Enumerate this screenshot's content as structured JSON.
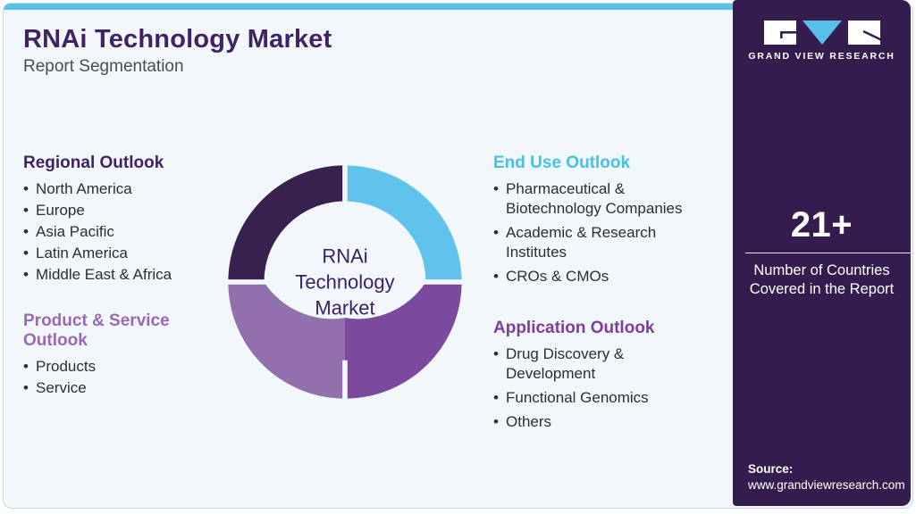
{
  "header": {
    "title": "RNAi Technology Market",
    "subtitle": "Report Segmentation"
  },
  "sections": {
    "regional": {
      "title": "Regional Outlook",
      "items": [
        "North America",
        "Europe",
        "Asia Pacific",
        "Latin America",
        "Middle East & Africa"
      ]
    },
    "product_service": {
      "title": "Product & Service\nOutlook",
      "items": [
        "Products",
        "Service"
      ]
    },
    "end_use": {
      "title": "End Use Outlook",
      "items": [
        "Pharmaceutical &\nBiotechnology Companies",
        "Academic & Research\nInstitutes",
        "CROs & CMOs"
      ]
    },
    "application": {
      "title": "Application Outlook",
      "items": [
        "Drug Discovery &\nDevelopment",
        "Functional Genomics",
        "Others"
      ]
    }
  },
  "chart_data": {
    "type": "pie",
    "subtype": "donut",
    "title": "RNAi Technology Market Report Segmentation",
    "center_label": "RNAi\nTechnology\nMarket",
    "legend_position": "none",
    "segments": [
      {
        "name": "End Use Outlook",
        "value": 25,
        "color": "#5fc3eb",
        "position": "top-right"
      },
      {
        "name": "Application Outlook",
        "value": 25,
        "color": "#7b4a9e",
        "position": "bottom-right"
      },
      {
        "name": "Product & Service Outlook",
        "value": 25,
        "color": "#9170ad",
        "position": "bottom-left"
      },
      {
        "name": "Regional Outlook",
        "value": 25,
        "color": "#38214e",
        "position": "top-left"
      }
    ]
  },
  "sidebar": {
    "logo_text": "GRAND VIEW RESEARCH",
    "stat_value": "21+",
    "stat_label": "Number of Countries\nCovered in the Report",
    "source_label": "Source:",
    "source_url": "www.grandviewresearch.com"
  },
  "colors": {
    "card_background": "#f2f7fb",
    "top_accent_bar": "#58c2e9",
    "sidebar_background": "#341d4e",
    "title_text": "#3f2365",
    "regional_heading": "#3f2365",
    "product_service_heading": "#9a68b5",
    "end_use_heading": "#45c0e8",
    "application_heading": "#7b3f9a",
    "logo_triangle": "#57c1ea"
  }
}
